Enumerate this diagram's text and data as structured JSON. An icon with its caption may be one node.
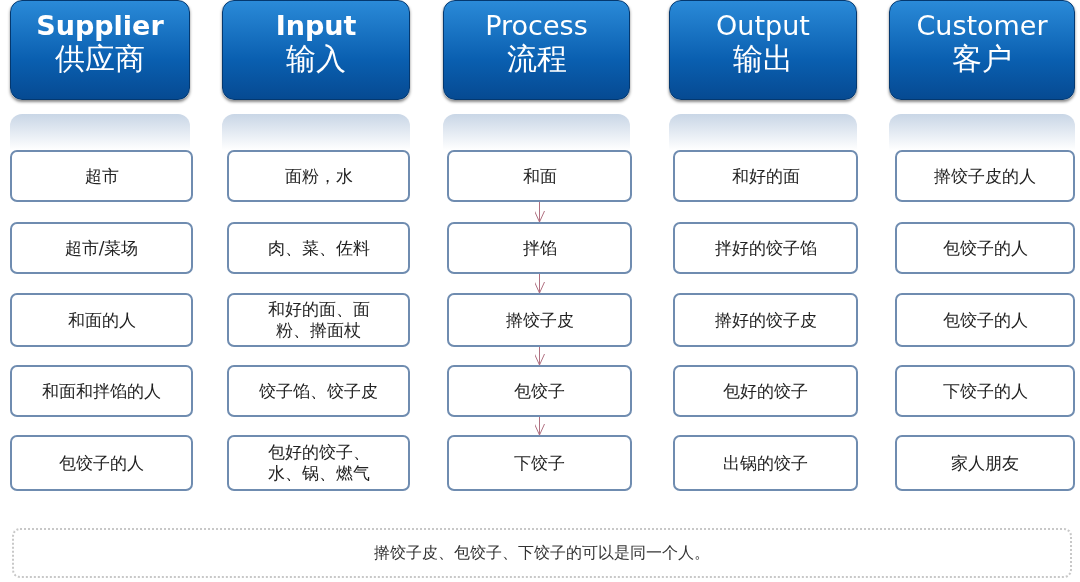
{
  "diagram": {
    "nodes": [
      {
        "text": [
          "Supplier",
          "供应商"
        ]
      },
      {
        "text": [
          "Input",
          "输入"
        ]
      },
      {
        "text": [
          "Process",
          "流程"
        ]
      },
      {
        "text": [
          "Output",
          "输出"
        ]
      },
      {
        "text": [
          "Customer",
          "客户"
        ]
      },
      {
        "text": [
          "超市"
        ]
      },
      {
        "text": [
          "面粉，水"
        ]
      },
      {
        "text": [
          "和面"
        ]
      },
      {
        "text": [
          "和好的面"
        ]
      },
      {
        "text": [
          "擀饺子皮的人"
        ]
      },
      {
        "text": [
          "超市/菜场"
        ]
      },
      {
        "text": [
          "肉、菜、佐料"
        ]
      },
      {
        "text": [
          "拌馅"
        ]
      },
      {
        "text": [
          "拌好的饺子馅"
        ]
      },
      {
        "text": [
          "包饺子的人"
        ]
      },
      {
        "text": [
          "和面的人"
        ]
      },
      {
        "text": [
          "和好的面、面粉、擀面杖"
        ]
      },
      {
        "text": [
          "擀饺子皮"
        ]
      },
      {
        "text": [
          "擀好的饺子皮"
        ]
      },
      {
        "text": [
          "包饺子的人"
        ]
      },
      {
        "text": [
          "和面和拌馅的人"
        ]
      },
      {
        "text": [
          "饺子馅、饺子皮"
        ]
      },
      {
        "text": [
          "包饺子"
        ]
      },
      {
        "text": [
          "包好的饺子"
        ]
      },
      {
        "text": [
          "下饺子的人"
        ]
      },
      {
        "text": [
          "包饺子的人"
        ]
      },
      {
        "text": [
          "包好的饺子、水、锅、燃气"
        ]
      },
      {
        "text": [
          "下饺子"
        ]
      },
      {
        "text": [
          "出锅的饺子"
        ]
      },
      {
        "text": [
          "家人朋友"
        ]
      },
      {
        "text": [
          "擀饺子皮、包饺子、下饺子的可以是同一个人。"
        ]
      }
    ],
    "edges": [
      {
        "from": 7,
        "to": 12,
        "arrow": "to"
      },
      {
        "from": 12,
        "to": 17,
        "arrow": "to"
      },
      {
        "from": 17,
        "to": 22,
        "arrow": "to"
      },
      {
        "from": 22,
        "to": 27,
        "arrow": "to"
      }
    ]
  }
}
